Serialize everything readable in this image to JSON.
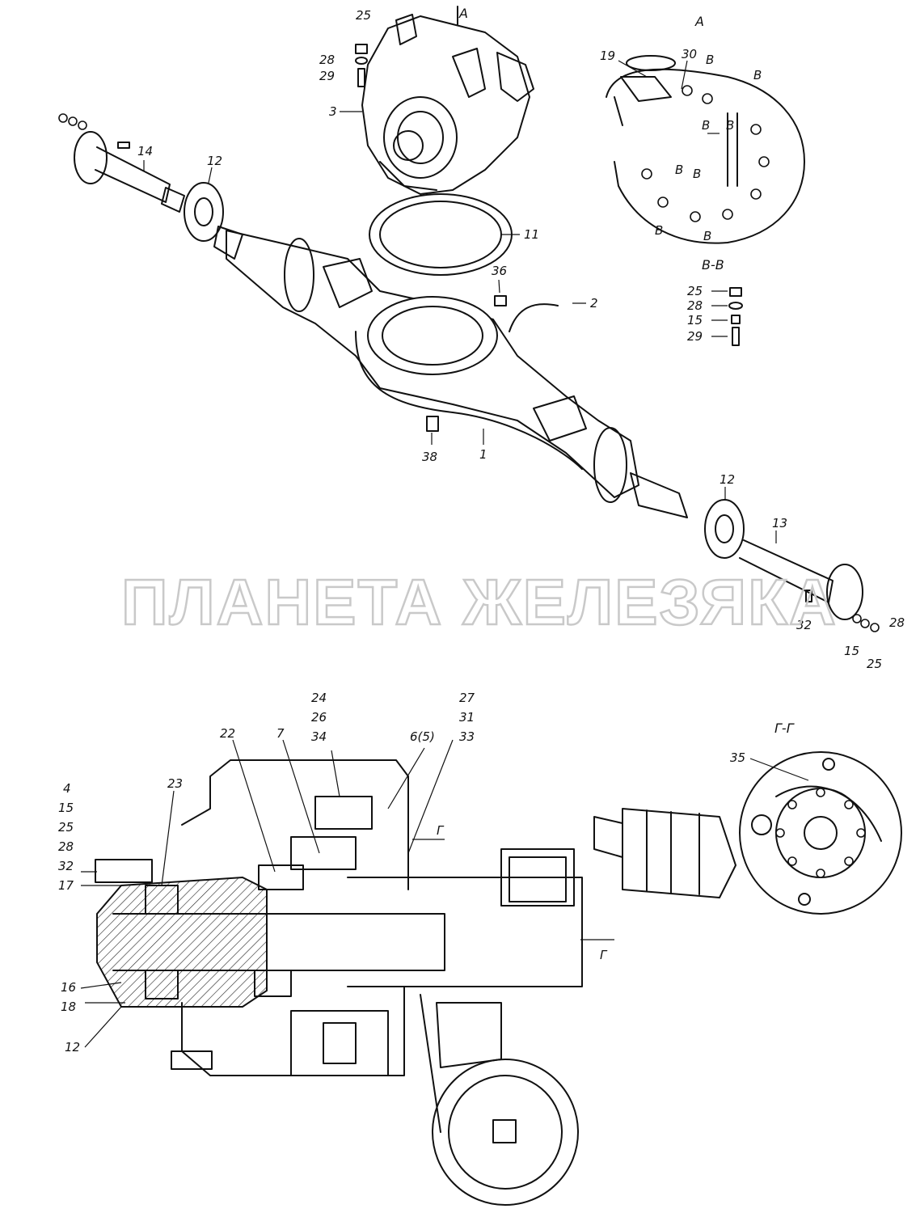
{
  "watermark": "ПЛАНЕТА ЖЕЛЕЗЯКА",
  "views": {
    "view_a": "А",
    "arrow_a": "А",
    "section_b": "В-В",
    "section_g": "Г-Г",
    "arrow_g_top": "Г",
    "arrow_g_bottom": "Г"
  },
  "section_marks": [
    "В",
    "В",
    "В",
    "В",
    "В",
    "В",
    "В",
    "В"
  ],
  "callouts": {
    "p25_top": "25",
    "p28_top": "28",
    "p29_top": "29",
    "p3": "3",
    "p14": "14",
    "p12_left": "12",
    "p11": "11",
    "p36": "36",
    "p2": "2",
    "p38": "38",
    "p1": "1",
    "p12_right": "12",
    "p13": "13",
    "p32_right": "32",
    "p28_right": "28",
    "p15_right": "15",
    "p25_right": "25",
    "p19": "19",
    "p30": "30",
    "bb_25": "25",
    "bb_28": "28",
    "bb_15": "15",
    "bb_29": "29",
    "s_24": "24",
    "s_26": "26",
    "s_34": "34",
    "s_27": "27",
    "s_31": "31",
    "s_33": "33",
    "s_22": "22",
    "s_7": "7",
    "s_6_5": "6(5)",
    "s_23": "23",
    "s_4": "4",
    "s_15": "15",
    "s_25": "25",
    "s_28": "28",
    "s_32": "32",
    "s_17": "17",
    "s_16": "16",
    "s_18": "18",
    "s_12": "12",
    "s_35": "35"
  }
}
